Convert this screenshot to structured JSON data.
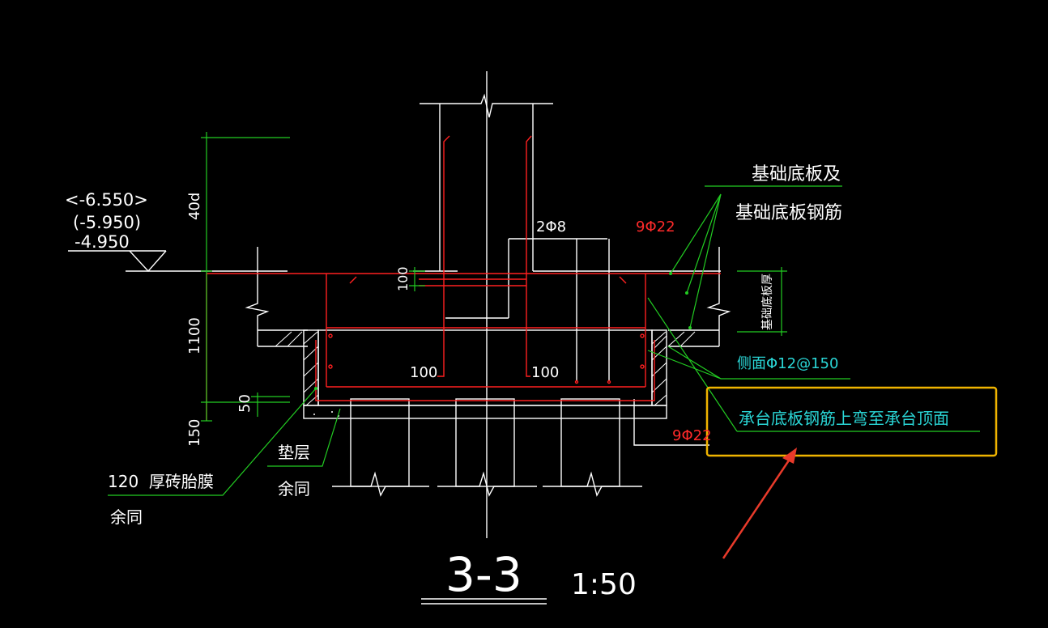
{
  "labels": {
    "elev_a": "<-6.550>",
    "elev_b": "(-5.950)",
    "elev_c": "-4.950",
    "dim_40d": "40d",
    "dim_1100": "1100",
    "dim_100_top": "100",
    "dim_50": "50",
    "dim_150": "150",
    "rebar_2phi8": "2Φ8",
    "rebar_9phi22_top": "9Φ22",
    "rebar_9phi22_bottom": "9Φ22",
    "hook_100_left": "100",
    "hook_100_right": "100",
    "note_base_slab_1": "基础底板及",
    "note_base_slab_2": "基础底板钢筋",
    "note_thickness": "基础底板厚",
    "note_side_rebar": "侧面Φ12@150",
    "note_cap_rebar": "承台底板钢筋上弯至承台顶面",
    "note_brick_1": "120  厚砖胎膜",
    "note_brick_2": "余同",
    "note_cushion_1": "垫层",
    "note_cushion_2": "余同",
    "section_title": "3-3",
    "section_scale": "1:50"
  },
  "colors": {
    "background": "#000000",
    "structure": "#ffffff",
    "rebar": "#ff2020",
    "dimension": "#22cc22",
    "annotation": "#22d0d0",
    "highlight_box": "#f0b400",
    "arrow": "#e83a2a"
  },
  "icons": {
    "elevation_marker": "triangle-elevation-icon",
    "break_line": "zigzag-break-icon",
    "callout_arrow": "arrow-icon"
  }
}
